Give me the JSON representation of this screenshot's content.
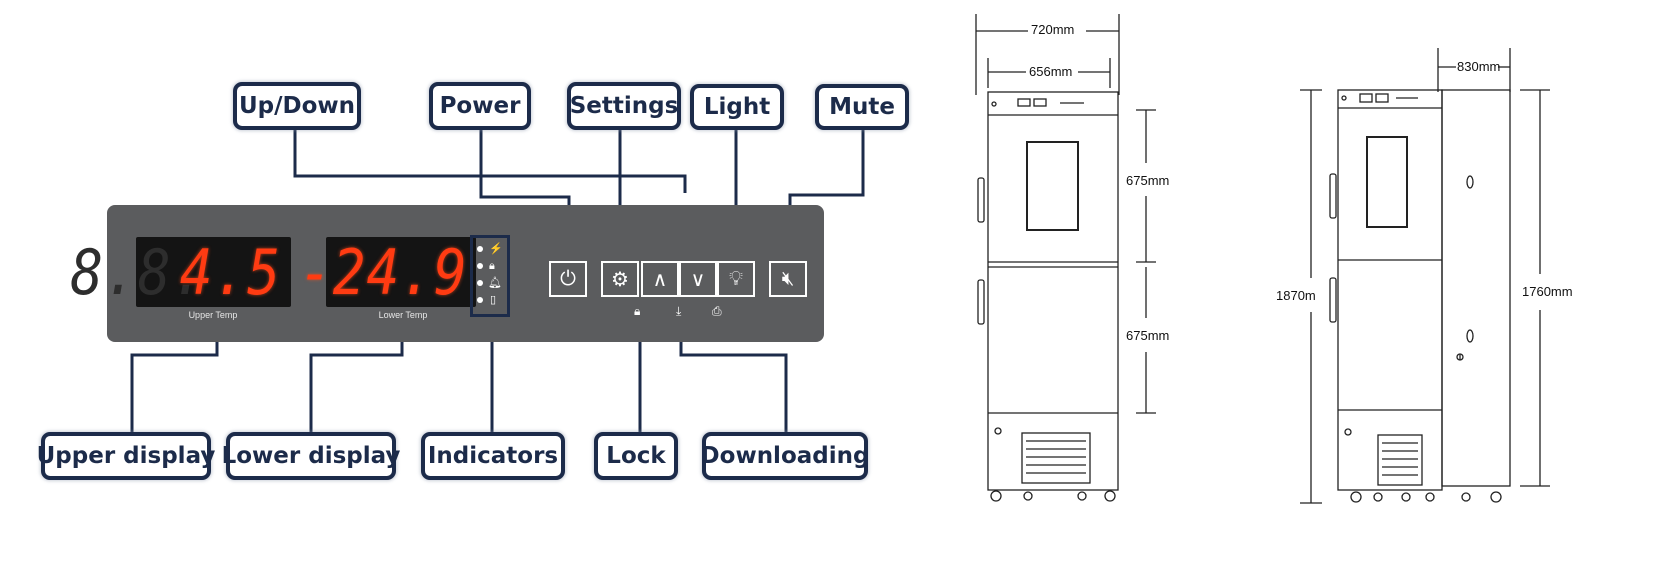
{
  "control_panel": {
    "callouts": {
      "up_down": "Up/Down",
      "power": "Power",
      "settings": "Settings",
      "light": "Light",
      "mute": "Mute",
      "upper_display": "Upper display",
      "lower_display": "Lower display",
      "indicators": "Indicators",
      "lock": "Lock",
      "downloading": "Downloading"
    },
    "upper_display": {
      "ghost_digits": "8.8.",
      "value": "4.5",
      "label": "Upper Temp"
    },
    "lower_display": {
      "value": "-24.9",
      "label": "Lower Temp"
    },
    "indicator_icons": [
      "bolt-icon",
      "lock-icon",
      "alarm-bell-icon",
      "door-icon"
    ],
    "colors": {
      "panel": "#5b5c5e",
      "callout_border": "#1c2b4a",
      "led": "#ff3b12"
    }
  },
  "drawings": {
    "front": {
      "width_outer": "720mm",
      "width_inner": "656mm",
      "upper_door": "675mm",
      "lower_door": "675mm"
    },
    "side": {
      "depth": "830mm",
      "height_total": "1870m",
      "height_body": "1760mm"
    }
  }
}
